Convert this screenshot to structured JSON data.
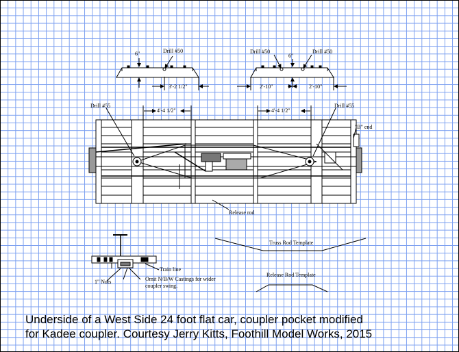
{
  "labels": {
    "six_in_left": "6\"",
    "drill50_top_left": "Drill #50",
    "dim_3_2_half": "3'-2 1/2\"",
    "drill50_top_right_a": "Drill #50",
    "six_in_right": "6\"",
    "drill50_top_right_b": "Drill #50",
    "dim_2_10_left": "2'-10\"",
    "dim_2_10_right": "2'-10\"",
    "drill55_left": "Drill #55",
    "dim_4_4_half_left": "4'-4 1/2\"",
    "dim_4_4_half_right": "4'-4 1/2\"",
    "drill55_right": "Drill #55",
    "b_end": "\"B\" end",
    "release_rod": "Release rod",
    "truss_rod_template": "Truss Rod Template",
    "release_rod_template": "Release Rod Template",
    "train_line": "Train line",
    "one_in_nuts": "1\" Nuts",
    "omit_nbw_line1": "Omit N/B/W Castings for wider",
    "omit_nbw_line2": "coupler swing."
  },
  "caption": {
    "line1": "Underside of a West Side 24 foot flat car, coupler pocket modified",
    "line2": "for Kadee coupler. Courtesy Jerry Kitts, Foothill Model Works, 2015"
  }
}
